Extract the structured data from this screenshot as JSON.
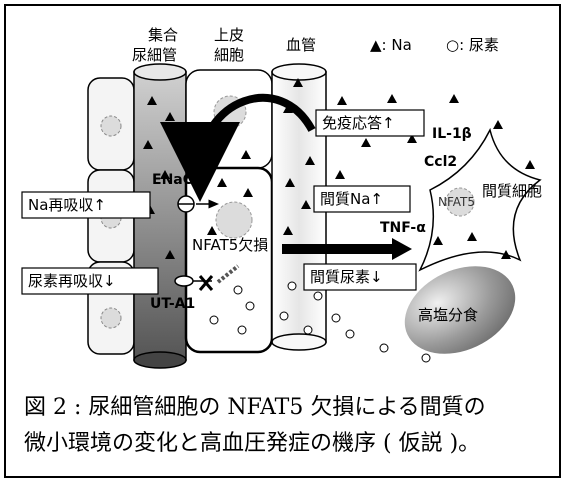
{
  "labels": {
    "collecting_duct": [
      "集合",
      "尿細管"
    ],
    "epithelial_cell": [
      "上皮",
      "細胞"
    ],
    "blood_vessel": "血管",
    "legend_na": "▲: Na",
    "legend_urea": "○: 尿素",
    "immune_response": "免疫応答↑",
    "il1b": "IL-1β",
    "ccl2": "Ccl2",
    "enac": "ENaC",
    "na_reabsorption": "Na再吸収↑",
    "interstitial_na": "間質Na↑",
    "interstitial_cell": "間質細胞",
    "nfat5_cell": "NFAT5",
    "tnfa": "TNF-α",
    "nfat5_deficiency": "NFAT5欠損",
    "urea_reabsorption": "尿素再吸収↓",
    "interstitial_urea": "間質尿素↓",
    "uta1": "UT-A1",
    "high_salt_diet": "高塩分食"
  },
  "caption": [
    "図 2 : 尿細管細胞の NFAT5 欠損による間質の",
    "微小環境の変化と高血圧発症の機序 ( 仮説 )。"
  ],
  "colors": {
    "duct_dark": "#5a5a5a",
    "duct_light": "#f2f2f2",
    "cyst_fill": "#dcdcdc",
    "food_dark": "#7a7a7a"
  }
}
